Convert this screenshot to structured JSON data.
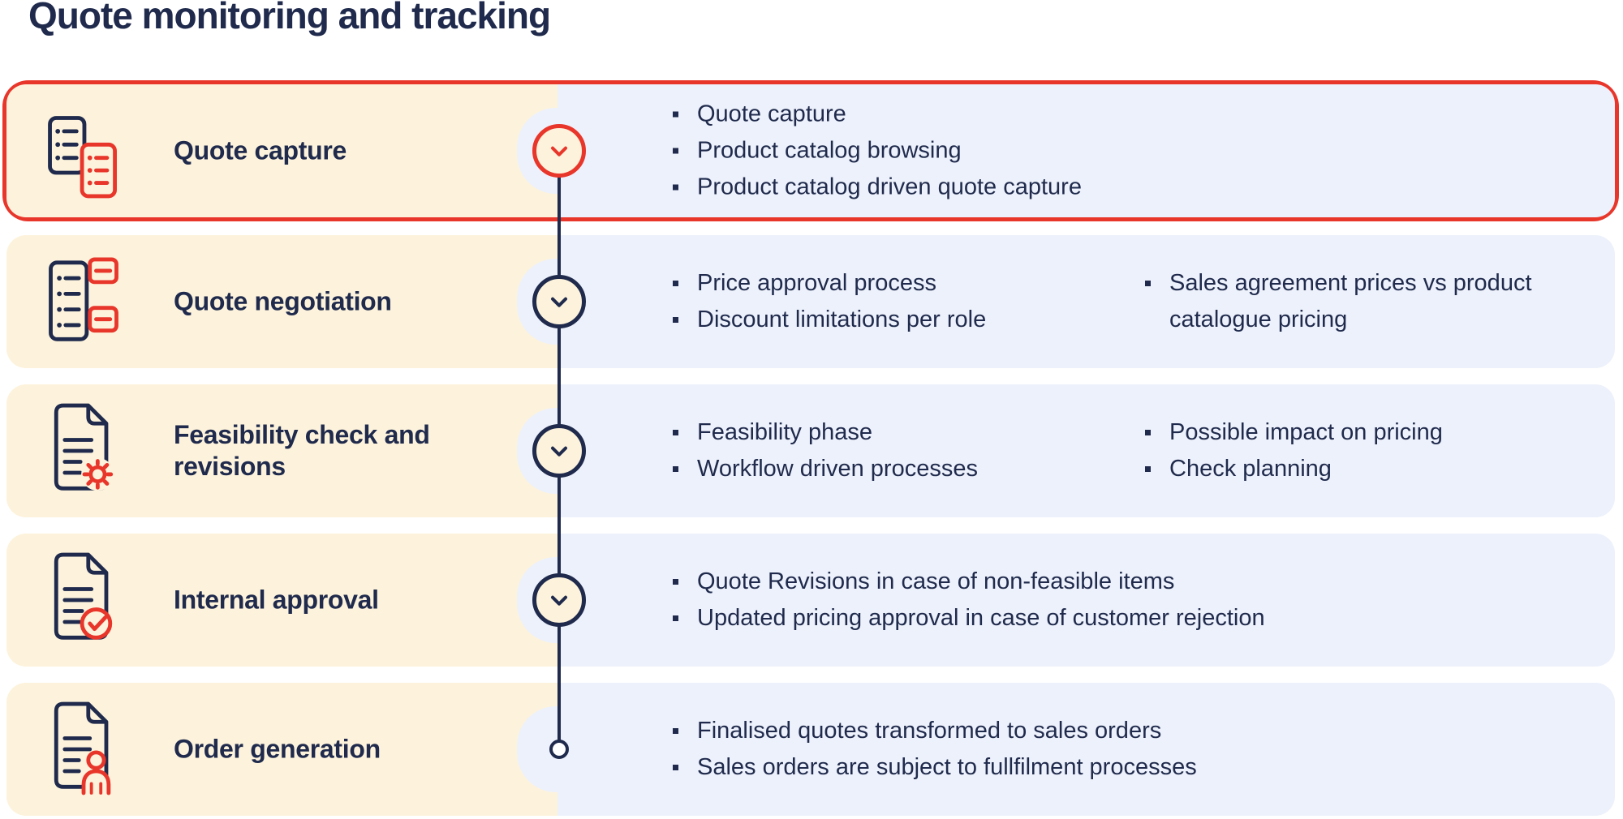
{
  "title": "Quote monitoring and tracking",
  "colors": {
    "navy": "#1f2a4c",
    "red": "#e8362b",
    "cream": "#fdf3dc",
    "panel_blue": "#edf1fb"
  },
  "toggle_icon": "chevron-down-icon",
  "rows": [
    {
      "title": "Quote capture",
      "icon": "quote-capture-icon",
      "selected": true,
      "col1": [
        "Quote capture",
        "Product catalog browsing",
        "Product catalog driven quote capture"
      ],
      "col2": []
    },
    {
      "title": "Quote negotiation",
      "icon": "quote-negotiation-icon",
      "selected": false,
      "col1": [
        "Price approval process",
        "Discount limitations per role"
      ],
      "col2": [
        "Sales agreement prices vs product catalogue pricing"
      ]
    },
    {
      "title": "Feasibility check and revisions",
      "icon": "feasibility-check-icon",
      "selected": false,
      "col1": [
        "Feasibility phase",
        "Workflow driven processes"
      ],
      "col2": [
        "Possible impact on pricing",
        "Check planning"
      ]
    },
    {
      "title": "Internal approval",
      "icon": "internal-approval-icon",
      "selected": false,
      "col1": [
        "Quote Revisions in case of non-feasible items",
        "Updated pricing approval in case of customer rejection"
      ],
      "col2": []
    },
    {
      "title": "Order generation",
      "icon": "order-generation-icon",
      "selected": false,
      "col1": [
        "Finalised quotes transformed to sales orders",
        "Sales orders are subject to fullfilment processes"
      ],
      "col2": []
    }
  ]
}
